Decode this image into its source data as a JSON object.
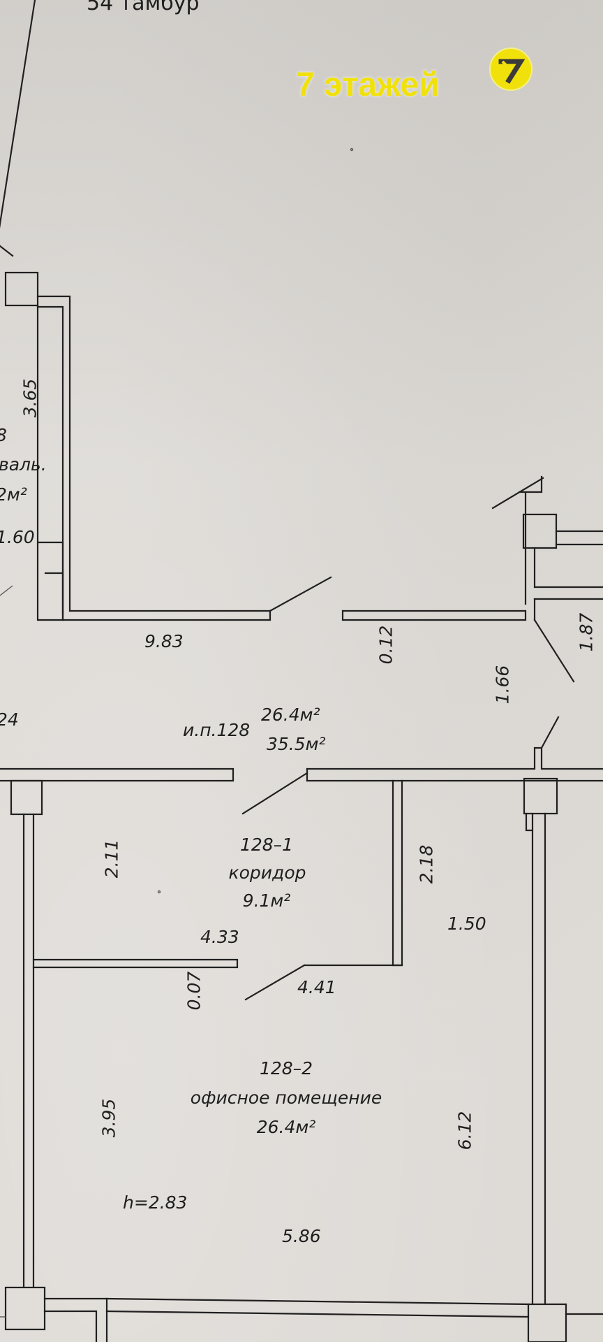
{
  "brand": {
    "text": "7 этажей",
    "logo_icon": "seven-floors-logo-icon",
    "color": "#f1e10b"
  },
  "plan": {
    "header_fragment": "54 тамбур",
    "left_room": {
      "number_fragment": "8",
      "name_fragment": "валь.",
      "area_fragment": "2м²",
      "height": "3.65",
      "width": "1.60"
    },
    "unit": {
      "label": "и.п.128",
      "area_main": "26.4м²",
      "area_total": "35.5м²"
    },
    "rooms": [
      {
        "id": "128–1",
        "name": "коридор",
        "area": "9.1м²"
      },
      {
        "id": "128–2",
        "name": "офисное помещение",
        "area": "26.4м²",
        "ceiling": "h=2.83"
      }
    ],
    "dimensions": {
      "top_corridor_width": "9.83",
      "left_partial": "24",
      "small_1": "0.12",
      "right_1": "1.87",
      "right_2": "1.66",
      "corridor_height_left": "2.11",
      "corridor_height_right": "2.18",
      "corridor_width": "4.33",
      "office_top_width": "4.41",
      "partition": "0.07",
      "right_middle": "1.50",
      "office_height_left": "3.95",
      "office_height_right": "6.12",
      "office_bottom_width": "5.86"
    }
  }
}
